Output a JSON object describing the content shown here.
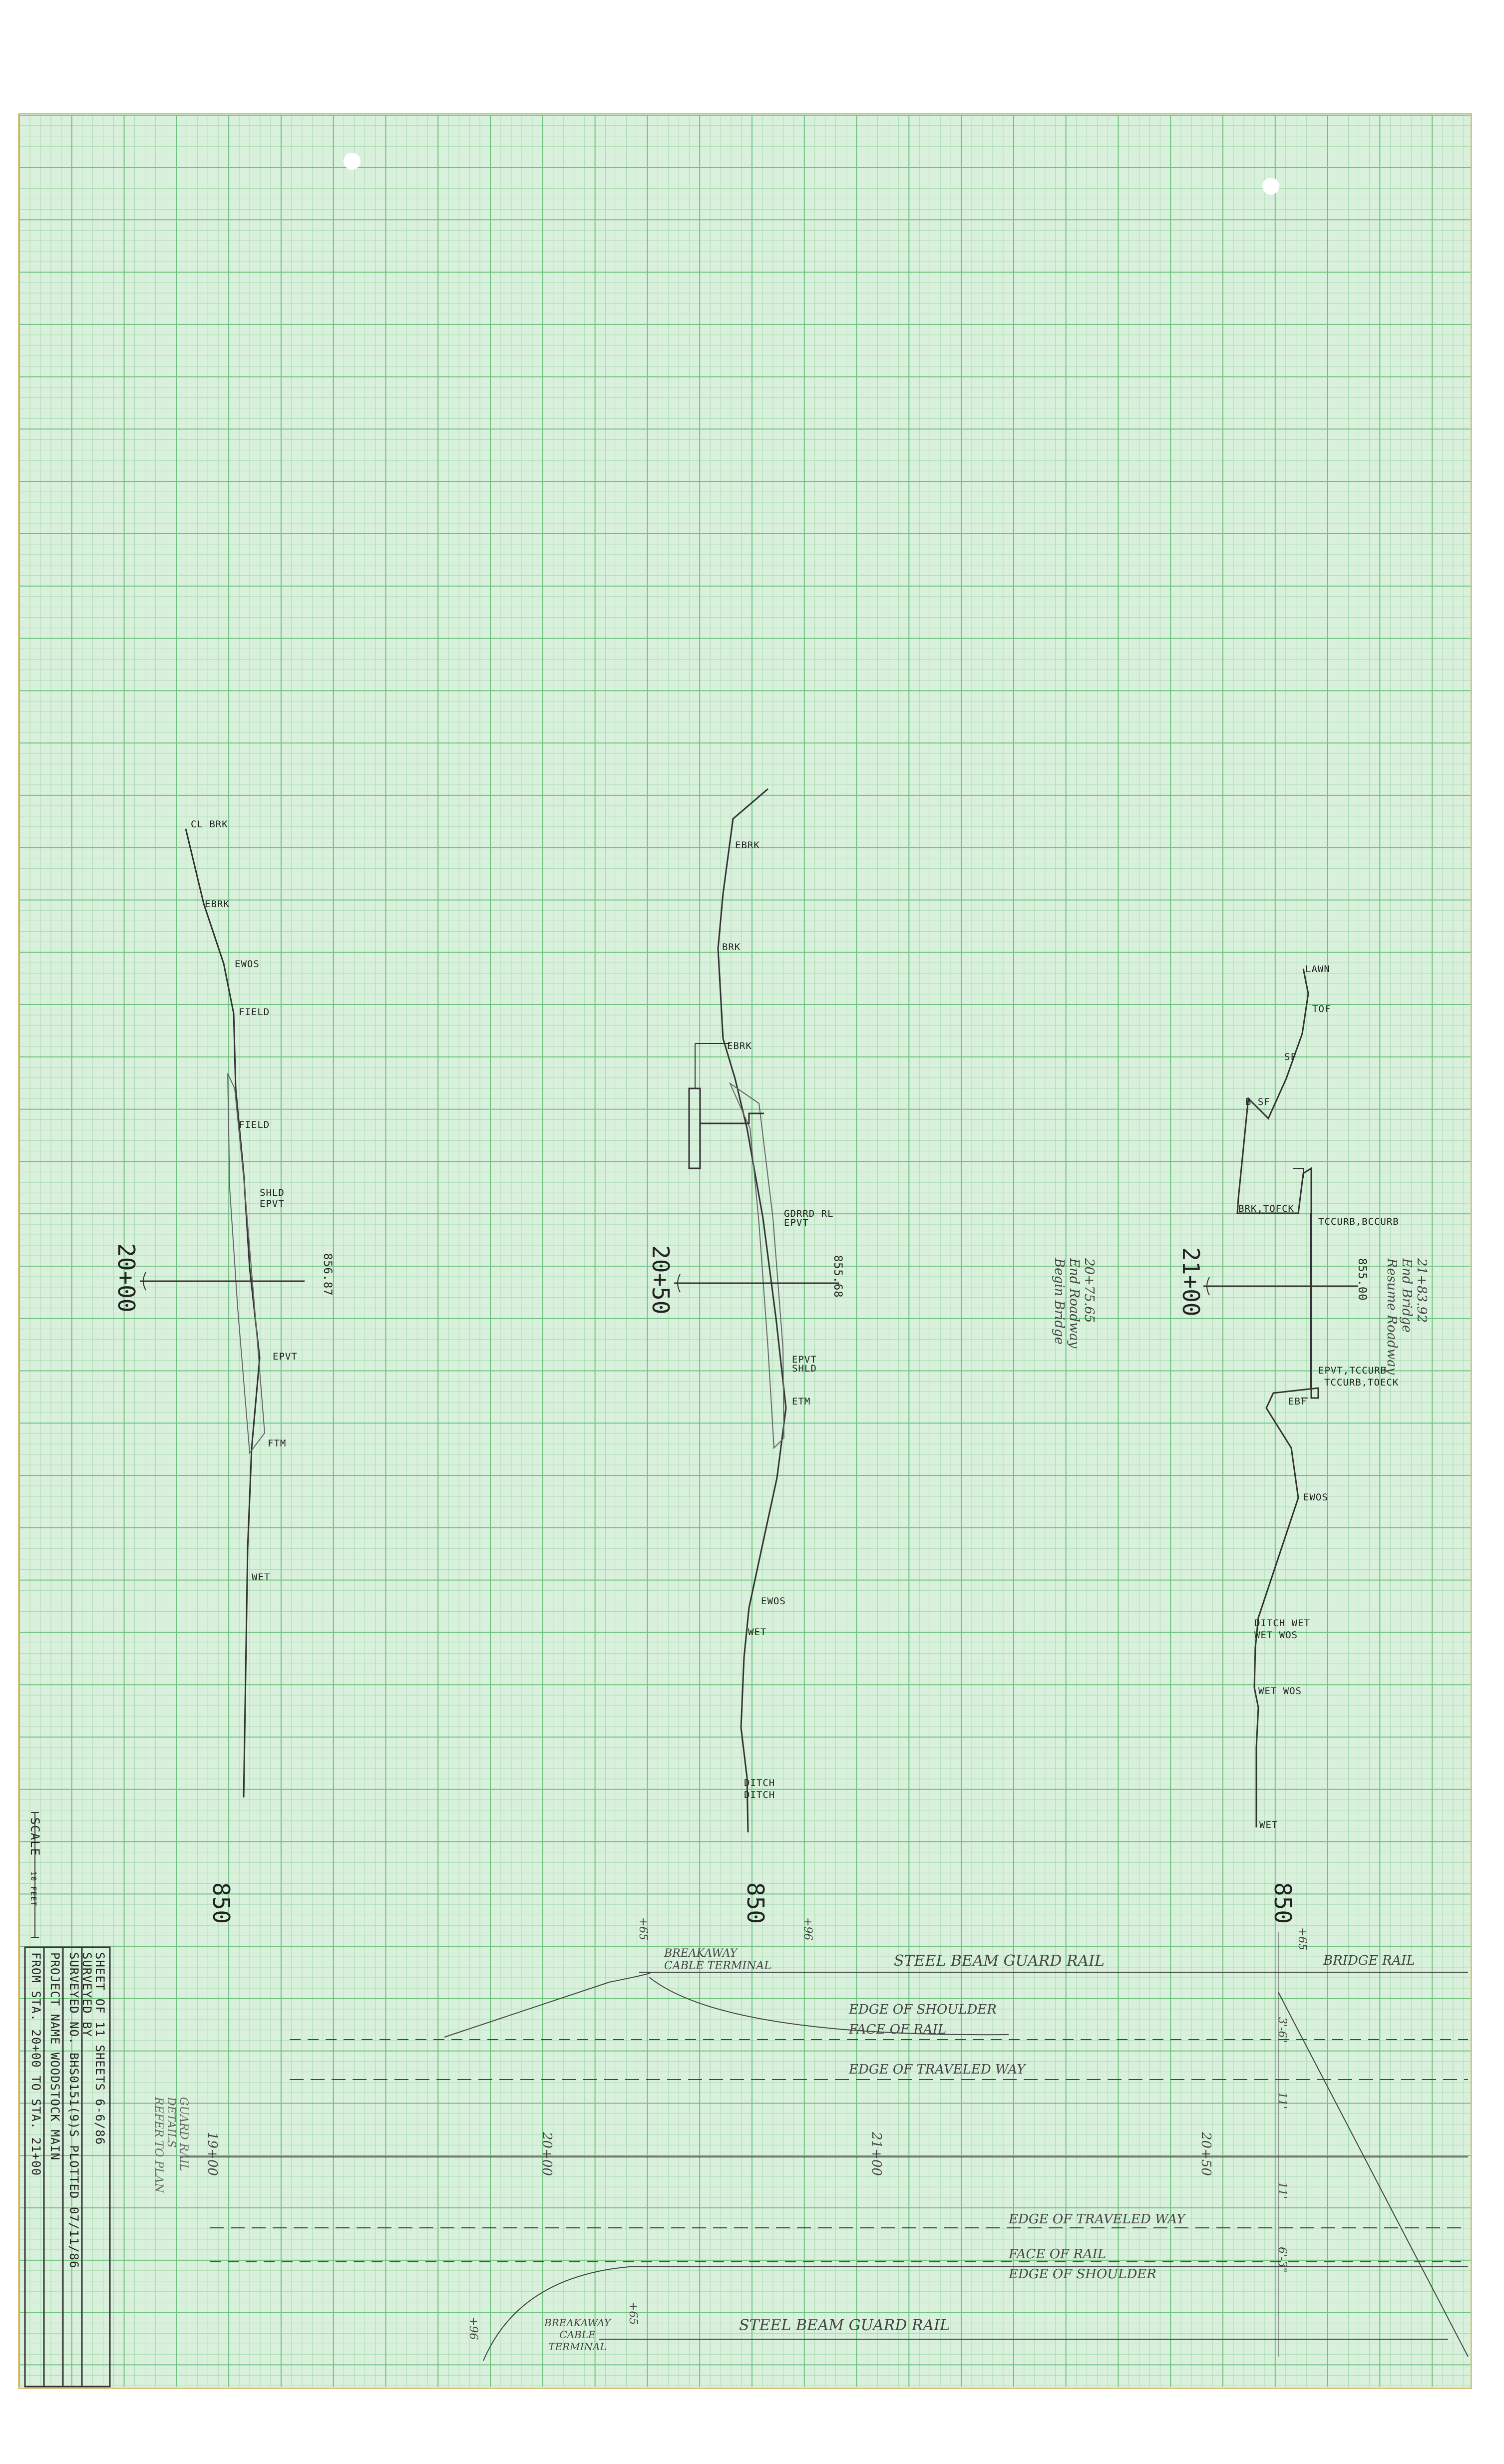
{
  "sections": [
    {
      "station": "20+00",
      "elevation_ref": "850",
      "elevation": "856.87",
      "labels": [
        "CL BRK",
        "EBRK",
        "EWOS",
        "FIELD",
        "FIELD",
        "SHLD",
        "EPVT",
        "EPVT",
        "FTM",
        "WET"
      ]
    },
    {
      "station": "20+50",
      "elevation_ref": "850",
      "elevation": "855.68",
      "labels": [
        "EBRK",
        "BRK",
        "EBRK",
        "GDRRD RL",
        "EPVT",
        "EPVT",
        "SHLD",
        "ETM",
        "EWOS",
        "WET",
        "DITCH",
        "DITCH"
      ],
      "note": [
        "20+75.65",
        "End Roadway",
        "Begin Bridge"
      ]
    },
    {
      "station": "21+00",
      "elevation_ref": "850",
      "elevation": "855.00",
      "labels": [
        "LAWN",
        "TOF",
        "SF",
        "B SF",
        "BRK,TOFCK",
        "TCCURB,BCCURB",
        "EPVT,TCCURB",
        "TCCURB,TOECK",
        "EBF",
        "EWOS",
        "DITCH WET",
        "WET WOS",
        "WET WOS",
        "WET"
      ],
      "note": [
        "21+83.92",
        "End Bridge",
        "Resume Roadway"
      ]
    }
  ],
  "scale": {
    "label": "SCALE",
    "value": "10 FEET"
  },
  "title_block": {
    "line1": "FROM STA.   20+00     TO STA.   21+00",
    "line2": "PROJECT NAME  WOODSTOCK  MAIN",
    "line3": "SURVEYED NO.   BHS0151(9)S     PLOTTED 07/11/86",
    "line4": "SURVEYED BY",
    "line5": "SHEET    OF 11  SHEETS     6-6/86"
  },
  "plan_view": {
    "top_rail": "STEEL BEAM GUARD RAIL",
    "top_terminal": [
      "BREAKAWAY",
      "CABLE TERMINAL"
    ],
    "bridge_rail": "BRIDGE RAIL",
    "top_edges": [
      "EDGE OF SHOULDER",
      "FACE OF RAIL",
      "EDGE OF TRAVELED WAY"
    ],
    "stations": [
      "19+00",
      "20+00",
      "21+00",
      "20+50"
    ],
    "bottom_edges": [
      "EDGE OF TRAVELED WAY",
      "FACE OF RAIL",
      "EDGE OF SHOULDER"
    ],
    "bottom_rail": "STEEL BEAM GUARD RAIL",
    "bottom_terminal": [
      "BREAKAWAY",
      "CABLE",
      "TERMINAL"
    ],
    "offsets": [
      "+65",
      "+96",
      "+65",
      "+96",
      "+65"
    ],
    "dims": [
      "3'-6\"",
      "11'",
      "11'",
      "6'-3\""
    ],
    "side_note": [
      "GUARD RAIL",
      "DETAILS",
      "REFER TO PLAN"
    ]
  },
  "colors": {
    "paper": "#d9f1dc",
    "grid_minor": "#a9dcb0",
    "grid_major": "#6fc27f",
    "ink": "#222222",
    "pencil": "#555555"
  }
}
